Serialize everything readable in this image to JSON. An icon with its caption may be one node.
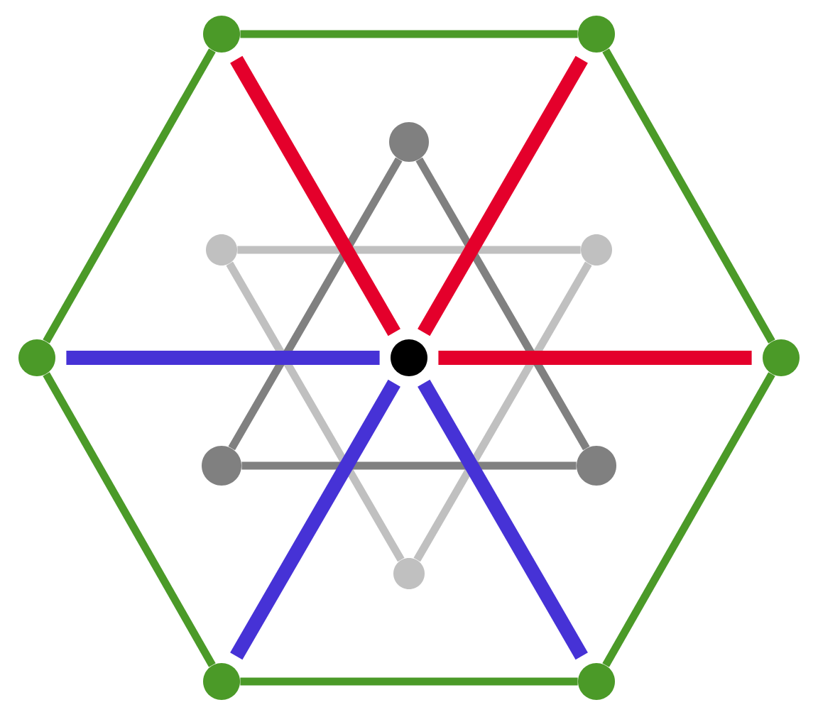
{
  "diagram": {
    "nodes": [
      {
        "text": [],
        "shape": "circle"
      },
      {
        "text": [],
        "shape": "circle"
      },
      {
        "text": [],
        "shape": "circle"
      },
      {
        "text": [],
        "shape": "circle"
      },
      {
        "text": [],
        "shape": "circle"
      },
      {
        "text": [],
        "shape": "circle"
      },
      {
        "text": [],
        "shape": "circle"
      },
      {
        "text": [],
        "shape": "circle"
      },
      {
        "text": [],
        "shape": "circle"
      },
      {
        "text": [],
        "shape": "circle"
      },
      {
        "text": [],
        "shape": "circle"
      },
      {
        "text": [],
        "shape": "circle"
      },
      {
        "text": [],
        "shape": "circle"
      }
    ],
    "edges": [
      {
        "from": 3,
        "to": 4,
        "arrow": "none",
        "color": "#c0c0c0"
      },
      {
        "from": 4,
        "to": 10,
        "arrow": "none",
        "color": "#c0c0c0"
      },
      {
        "from": 10,
        "to": 3,
        "arrow": "none",
        "color": "#c0c0c0"
      },
      {
        "from": 2,
        "to": 9,
        "arrow": "none",
        "color": "#808080"
      },
      {
        "from": 9,
        "to": 8,
        "arrow": "none",
        "color": "#808080"
      },
      {
        "from": 8,
        "to": 2,
        "arrow": "none",
        "color": "#808080"
      },
      {
        "from": 6,
        "to": 0,
        "arrow": "none",
        "style": "thick",
        "color": "#e4002b"
      },
      {
        "from": 6,
        "to": 1,
        "arrow": "none",
        "style": "thick",
        "color": "#e4002b"
      },
      {
        "from": 6,
        "to": 7,
        "arrow": "none",
        "style": "thick",
        "color": "#e4002b"
      },
      {
        "from": 6,
        "to": 5,
        "arrow": "none",
        "style": "thick",
        "color": "#4632d6"
      },
      {
        "from": 6,
        "to": 11,
        "arrow": "none",
        "style": "thick",
        "color": "#4632d6"
      },
      {
        "from": 6,
        "to": 12,
        "arrow": "none",
        "style": "thick",
        "color": "#4632d6"
      },
      {
        "from": 0,
        "to": 1,
        "arrow": "none"
      },
      {
        "from": 1,
        "to": 7,
        "arrow": "none"
      },
      {
        "from": 7,
        "to": 12,
        "arrow": "none"
      },
      {
        "from": 12,
        "to": 11,
        "arrow": "none"
      },
      {
        "from": 11,
        "to": 5,
        "arrow": "none"
      },
      {
        "from": 5,
        "to": 0,
        "arrow": "none"
      }
    ]
  }
}
